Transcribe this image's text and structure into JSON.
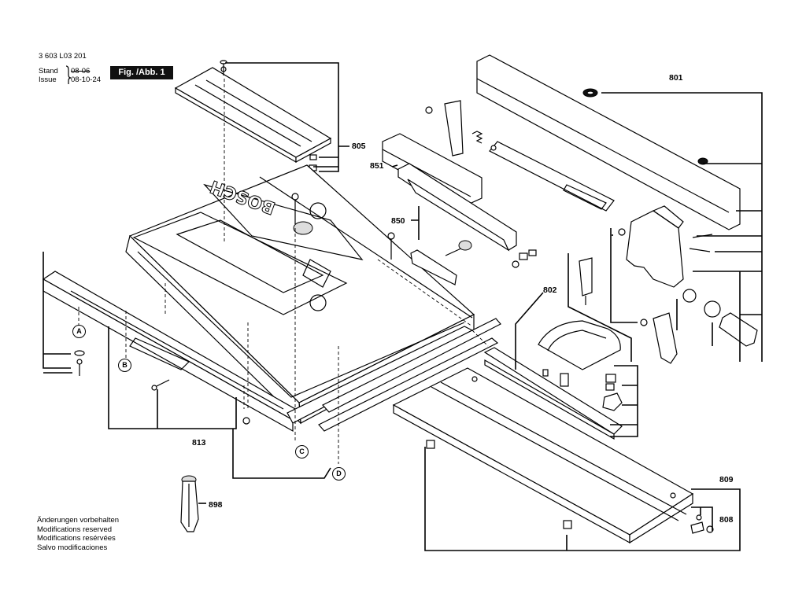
{
  "header": {
    "doc_number": "3 603 L03 201",
    "stand_label": "Stand",
    "stand_date_struck": "08-06",
    "issue_label": "Issue",
    "issue_date": "08-10-24",
    "figure_label": "Fig. /Abb. 1"
  },
  "brand_mark": "BOSCH",
  "part_numbers": {
    "p801": "801",
    "p802": "802",
    "p805": "805",
    "p808": "808",
    "p809": "809",
    "p813": "813",
    "p850": "850",
    "p851": "851",
    "p898": "898"
  },
  "markers": {
    "a": "A",
    "b": "B",
    "c": "C",
    "d": "D"
  },
  "notes": [
    "Änderungen vorbehalten",
    "Modifications reserved",
    "Modifications resérvées",
    "Salvo modificaciones"
  ]
}
